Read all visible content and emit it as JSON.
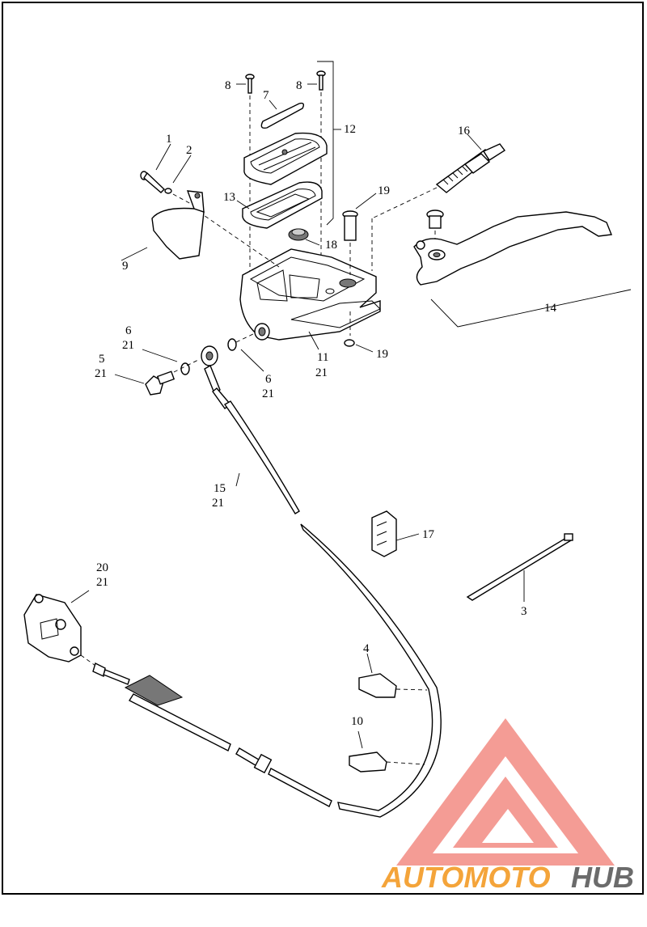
{
  "diagram": {
    "callouts": [
      {
        "id": "c1",
        "text": "1"
      },
      {
        "id": "c2",
        "text": "2"
      },
      {
        "id": "c3",
        "text": "3"
      },
      {
        "id": "c4",
        "text": "4"
      },
      {
        "id": "c5",
        "text": "5"
      },
      {
        "id": "c5b",
        "text": "21"
      },
      {
        "id": "c6a",
        "text": "6"
      },
      {
        "id": "c6ab",
        "text": "21"
      },
      {
        "id": "c6b",
        "text": "6"
      },
      {
        "id": "c6bb",
        "text": "21"
      },
      {
        "id": "c7",
        "text": "7"
      },
      {
        "id": "c8a",
        "text": "8"
      },
      {
        "id": "c8b",
        "text": "8"
      },
      {
        "id": "c9",
        "text": "9"
      },
      {
        "id": "c10",
        "text": "10"
      },
      {
        "id": "c11",
        "text": "11"
      },
      {
        "id": "c11b",
        "text": "21"
      },
      {
        "id": "c12",
        "text": "12"
      },
      {
        "id": "c13",
        "text": "13"
      },
      {
        "id": "c14",
        "text": "14"
      },
      {
        "id": "c15",
        "text": "15"
      },
      {
        "id": "c15b",
        "text": "21"
      },
      {
        "id": "c16",
        "text": "16"
      },
      {
        "id": "c17",
        "text": "17"
      },
      {
        "id": "c18",
        "text": "18"
      },
      {
        "id": "c19a",
        "text": "19"
      },
      {
        "id": "c19b",
        "text": "19"
      },
      {
        "id": "c20",
        "text": "20"
      },
      {
        "id": "c20b",
        "text": "21"
      }
    ]
  },
  "watermark": {
    "brand_part1": "AUTOMOTO",
    "brand_part2": "HUB",
    "accent_color": "#f28b82",
    "accent_text_color": "#f4a43a",
    "dark_text_color": "#6b6b6b"
  }
}
